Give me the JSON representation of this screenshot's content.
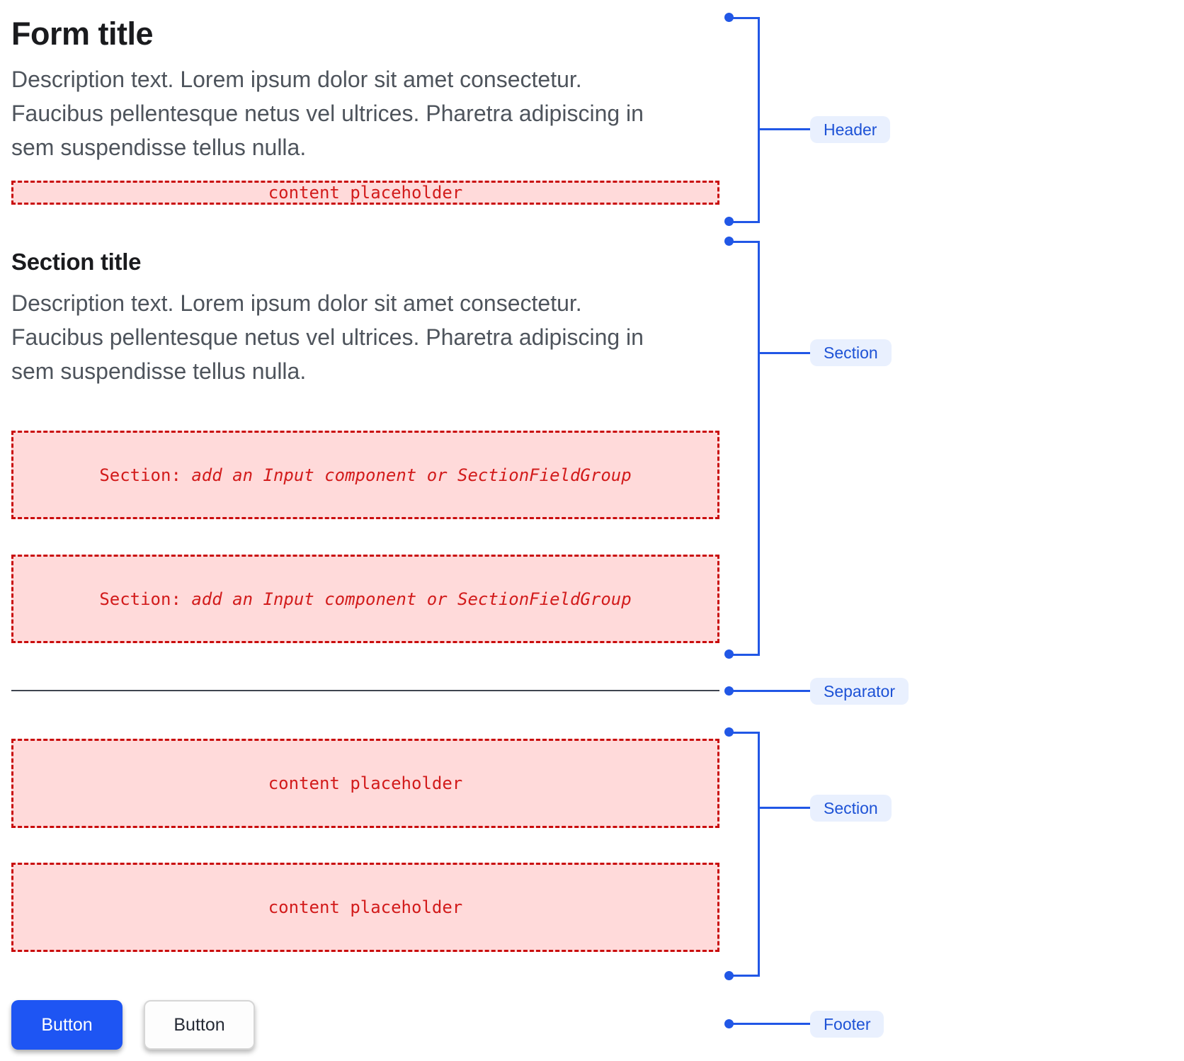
{
  "colors": {
    "accent_blue": "#2157e6",
    "label_text": "#1d52d6",
    "label_bg": "#e9f0fe",
    "placeholder_bg": "#ffdada",
    "placeholder_border": "#c90c0c",
    "placeholder_text": "#d21b1b",
    "separator_color": "#3f4550",
    "primary_button_bg": "#1e55f3",
    "title_color": "#1a1b1e",
    "desc_color": "#4e545c"
  },
  "header": {
    "title": "Form title",
    "description": "Description text. Lorem ipsum dolor sit amet consectetur.\nFaucibus pellentesque netus vel ultrices. Pharetra adipiscing in\nsem suspendisse tellus nulla.",
    "content_placeholder": "content placeholder"
  },
  "section_1": {
    "title": "Section title",
    "description": "Description text. Lorem ipsum dolor sit amet consectetur.\nFaucibus pellentesque netus vel ultrices. Pharetra adipiscing in\nsem suspendisse tellus nulla.",
    "slot_prefix": "Section:",
    "slot_suffix": " add an Input component or SectionFieldGroup"
  },
  "section_2": {
    "content_placeholder": "content placeholder"
  },
  "footer": {
    "primary_button_label": "Button",
    "secondary_button_label": "Button"
  },
  "annotations": {
    "header_label": "Header",
    "section_1_label": "Section",
    "separator_label": "Separator",
    "section_2_label": "Section",
    "footer_label": "Footer"
  }
}
